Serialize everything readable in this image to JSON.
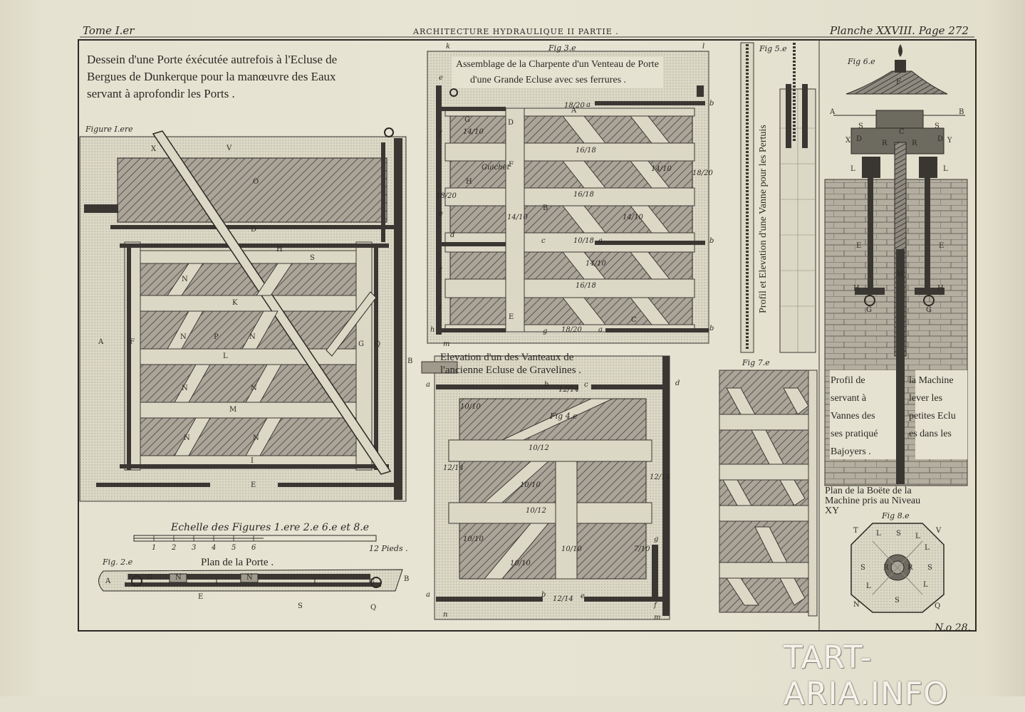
{
  "header": {
    "left": "Tome I.er",
    "center": "ARCHITECTURE HYDRAULIQUE II PARTIE .",
    "right": "Planche XXVIII. Page 272"
  },
  "titles": {
    "fig1_title": [
      "Dessein d'une Porte éxécutée autrefois à l'Ecluse de",
      "Bergues de Dunkerque pour la manœuvre des Eaux",
      "servant à aprofondir les Ports ."
    ],
    "fig1_label": "Figure I.ere",
    "fig3_label": "Fig 3.e",
    "fig3_title": [
      "Assemblage de la Charpente d'un Venteau de Porte",
      "d'une Grande Ecluse avec ses ferrures ."
    ],
    "fig4_title": [
      "Elevation d'un des Vanteaux de",
      "l'ancienne Ecluse de Gravelines ."
    ],
    "fig4_label": "Fig 4.e",
    "fig5_label": "Fig 5.e",
    "fig5_title": "Profil et Elevation d'une Vanne pour les Pertuis",
    "fig6_label": "Fig 6.e",
    "fig6_title": [
      "Profil de",
      "la Machine",
      "servant à",
      "lever les",
      "Vannes des",
      "petites Eclu",
      "ses pratiqué",
      "es dans les",
      "Bajoyers ."
    ],
    "fig7_label": "Fig 7.e",
    "fig8_label": "Fig 8.e",
    "fig8_title": [
      "Plan de la Boëte de la",
      "Machine pris au Niveau",
      "XY"
    ],
    "fig2_label": "Fig. 2.e",
    "fig2_title": "Plan de la Porte .",
    "scale_title": "Echelle des Figures 1.ere 2.e 6.e et 8.e",
    "scale_ticks": [
      "1",
      "2",
      "3",
      "4",
      "5",
      "6"
    ],
    "scale_end": "12 Pieds .",
    "plate_number": "N.o 28.",
    "guichet": "Guichet"
  },
  "letters": {
    "fig1": [
      "X",
      "V",
      "O",
      "D",
      "H",
      "S",
      "N",
      "K",
      "N",
      "P",
      "N",
      "L",
      "N",
      "N",
      "M",
      "N",
      "N",
      "I",
      "E",
      "A",
      "F",
      "G",
      "Q",
      "B"
    ],
    "fig2": [
      "A",
      "F",
      "G",
      "N",
      "I",
      "N",
      "I",
      "G",
      "B",
      "E",
      "S",
      "Q"
    ],
    "fig3": [
      "k",
      "l",
      "e",
      "G",
      "D",
      "A",
      "a",
      "b",
      "f",
      "F",
      "H",
      "B",
      "e",
      "d",
      "c",
      "a",
      "b",
      "f",
      "i",
      "E",
      "C",
      "h",
      "g",
      "a",
      "b",
      "m"
    ],
    "fig4": [
      "a",
      "b",
      "c",
      "d",
      "a",
      "b",
      "e",
      "g",
      "n",
      "f",
      "m"
    ],
    "fig6": [
      "F",
      "A",
      "B",
      "S",
      "C",
      "S",
      "X",
      "D",
      "R",
      "R",
      "D",
      "Y",
      "L",
      "L",
      "E",
      "E",
      "M",
      "H",
      "H",
      "G",
      "G"
    ],
    "fig8": [
      "T",
      "L",
      "S",
      "V",
      "L",
      "L",
      "S",
      "R",
      "R",
      "S",
      "L",
      "L",
      "N",
      "S",
      "Q"
    ]
  },
  "fractions": {
    "fig3": [
      "18/20",
      "14/10",
      "16/18",
      "14/10",
      "18/20",
      "18/20",
      "16/18",
      "14/10",
      "14/10",
      "10/18",
      "14/10",
      "16/18",
      "18/20"
    ],
    "fig4": [
      "12/14",
      "10/10",
      "10/12",
      "12/14",
      "10/10",
      "10/12",
      "12/14",
      "10/10",
      "10/10",
      "7/10",
      "12/14",
      "10/10"
    ]
  },
  "watermark": "TART-ARIA.INFO",
  "colors": {
    "paper": "#e6e2d1",
    "ink": "#2b2824",
    "hatch": "#5a5650",
    "wood": "#dcd8c6",
    "iron": "#3a3733"
  }
}
